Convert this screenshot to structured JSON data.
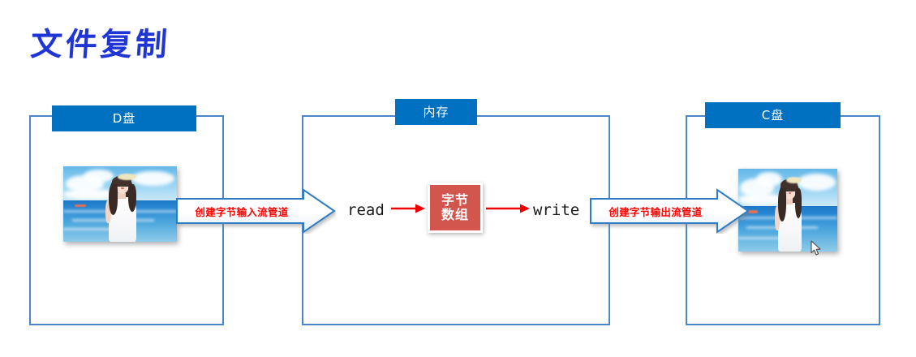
{
  "title": "文件复制",
  "colors": {
    "title_blue": "#1f35d4",
    "header_blue": "#0070c0",
    "box_border_blue": "#4a86c8",
    "label_red": "#ff0000",
    "byte_box_red": "#d2564e",
    "arrow_red": "#ee0000"
  },
  "zones": {
    "source": {
      "header": "D盘"
    },
    "memory": {
      "header": "内存"
    },
    "destination": {
      "header": "C盘"
    }
  },
  "pipes": {
    "input": {
      "label": "创建字节输入流管道"
    },
    "output": {
      "label": "创建字节输出流管道"
    }
  },
  "memory_flow": {
    "read_label": "read",
    "buffer_line1": "字节",
    "buffer_line2": "数组",
    "write_label": "write"
  }
}
